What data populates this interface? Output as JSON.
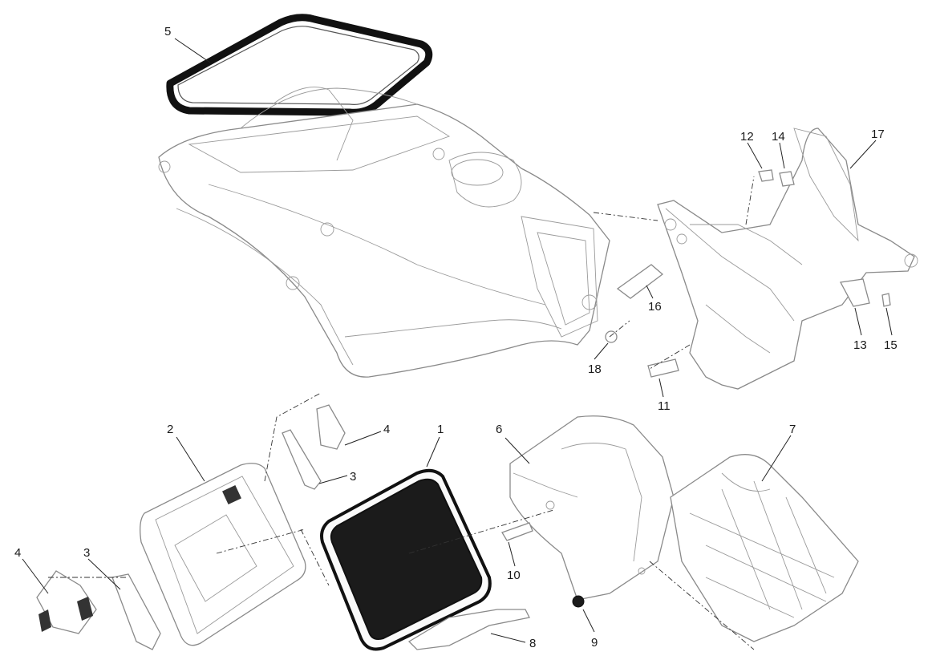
{
  "callouts": {
    "c1": "1",
    "c2": "2",
    "c3a": "3",
    "c3b": "3",
    "c4a": "4",
    "c4b": "4",
    "c5": "5",
    "c6": "6",
    "c7": "7",
    "c8": "8",
    "c9": "9",
    "c10": "10",
    "c11": "11",
    "c12": "12",
    "c13": "13",
    "c14": "14",
    "c15": "15",
    "c16": "16",
    "c17": "17",
    "c18": "18"
  }
}
